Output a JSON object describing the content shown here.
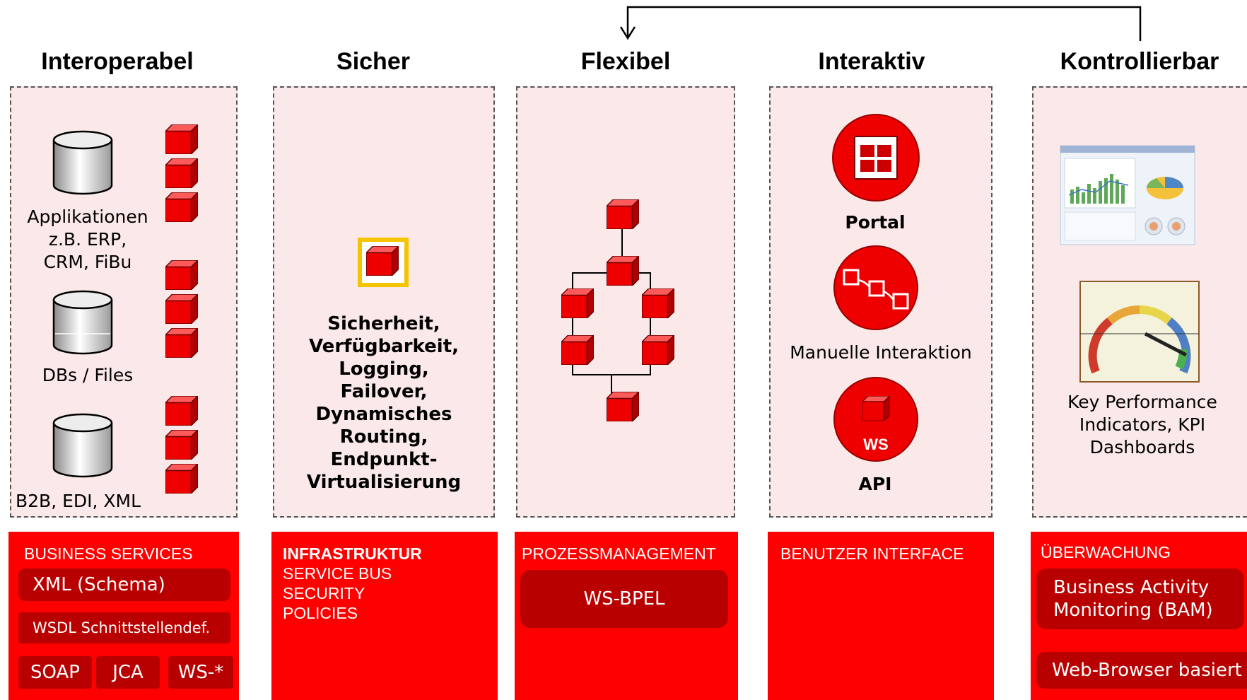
{
  "columns": [
    {
      "heading": "Interoperabel"
    },
    {
      "heading": "Sicher"
    },
    {
      "heading": "Flexibel"
    },
    {
      "heading": "Interaktiv"
    },
    {
      "heading": "Kontrollierbar"
    }
  ],
  "interoperabel": {
    "apps_label": [
      "Applikationen",
      "z.B. ERP,",
      "CRM, FiBu"
    ],
    "dbs_label": "DBs / Files",
    "b2b_label": "B2B, EDI, XML"
  },
  "sicher": {
    "features": [
      "Sicherheit,",
      "Verfügbarkeit,",
      "Logging,",
      "Failover,",
      "Dynamisches",
      "Routing,",
      "Endpunkt-",
      "Virtualisierung"
    ]
  },
  "interaktiv": {
    "portal_label": "Portal",
    "manual_label": "Manuelle Interaktion",
    "ws_badge": "WS",
    "api_label": "API"
  },
  "kontrollierbar": {
    "kpi_label": [
      "Key Performance",
      "Indicators, KPI",
      "Dashboards"
    ]
  },
  "business_services": {
    "title": "BUSINESS SERVICES",
    "xml": "XML (Schema)",
    "wsdl": "WSDL Schnittstellendef.",
    "soap": "SOAP",
    "jca": "JCA",
    "ws": "WS-*"
  },
  "infrastruktur": {
    "title": "INFRASTRUKTUR",
    "lines": [
      "SERVICE BUS",
      "SECURITY",
      "POLICIES"
    ]
  },
  "prozess": {
    "title": "PROZESSMANAGEMENT",
    "bpel": "WS-BPEL"
  },
  "benutzer": {
    "title": "BENUTZER INTERFACE"
  },
  "ueberwachung": {
    "title": "ÜBERWACHUNG",
    "bam": [
      "Business Activity",
      "Monitoring (BAM)"
    ],
    "browser": "Web-Browser basiert"
  },
  "colors": {
    "red": "#ff0000",
    "dark_red": "#b90000",
    "panel_bg": "#fbe9ea",
    "highlight": "#f5c400"
  }
}
